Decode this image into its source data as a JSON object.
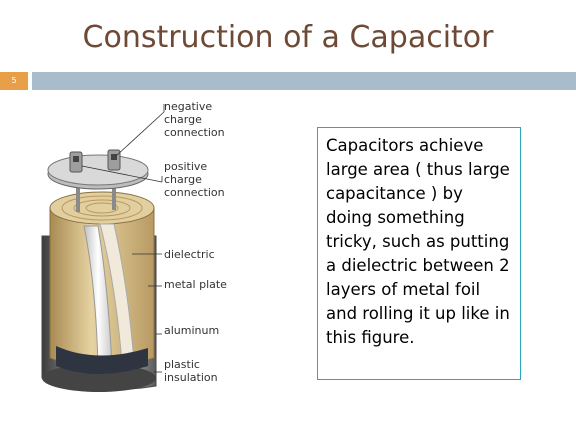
{
  "slide": {
    "title": "Construction of a Capacitor",
    "number": "5"
  },
  "figure": {
    "labels": {
      "negative": [
        "negative",
        "charge",
        "connection"
      ],
      "positive": [
        "positive",
        "charge",
        "connection"
      ],
      "dielectric": "dielectric",
      "metal_plate": "metal plate",
      "aluminum": "aluminum",
      "plastic": [
        "plastic",
        "insulation"
      ]
    }
  },
  "body_text": "Capacitors achieve large area ( thus large capacitance ) by doing something tricky, such as putting a dielectric between 2 layers of metal foil and rolling it up like in this figure.",
  "colors": {
    "title": "#6e4a36",
    "accent_orange": "#e8a048",
    "accent_blue": "#a9bccc",
    "box_border": "#2aa6c6"
  }
}
